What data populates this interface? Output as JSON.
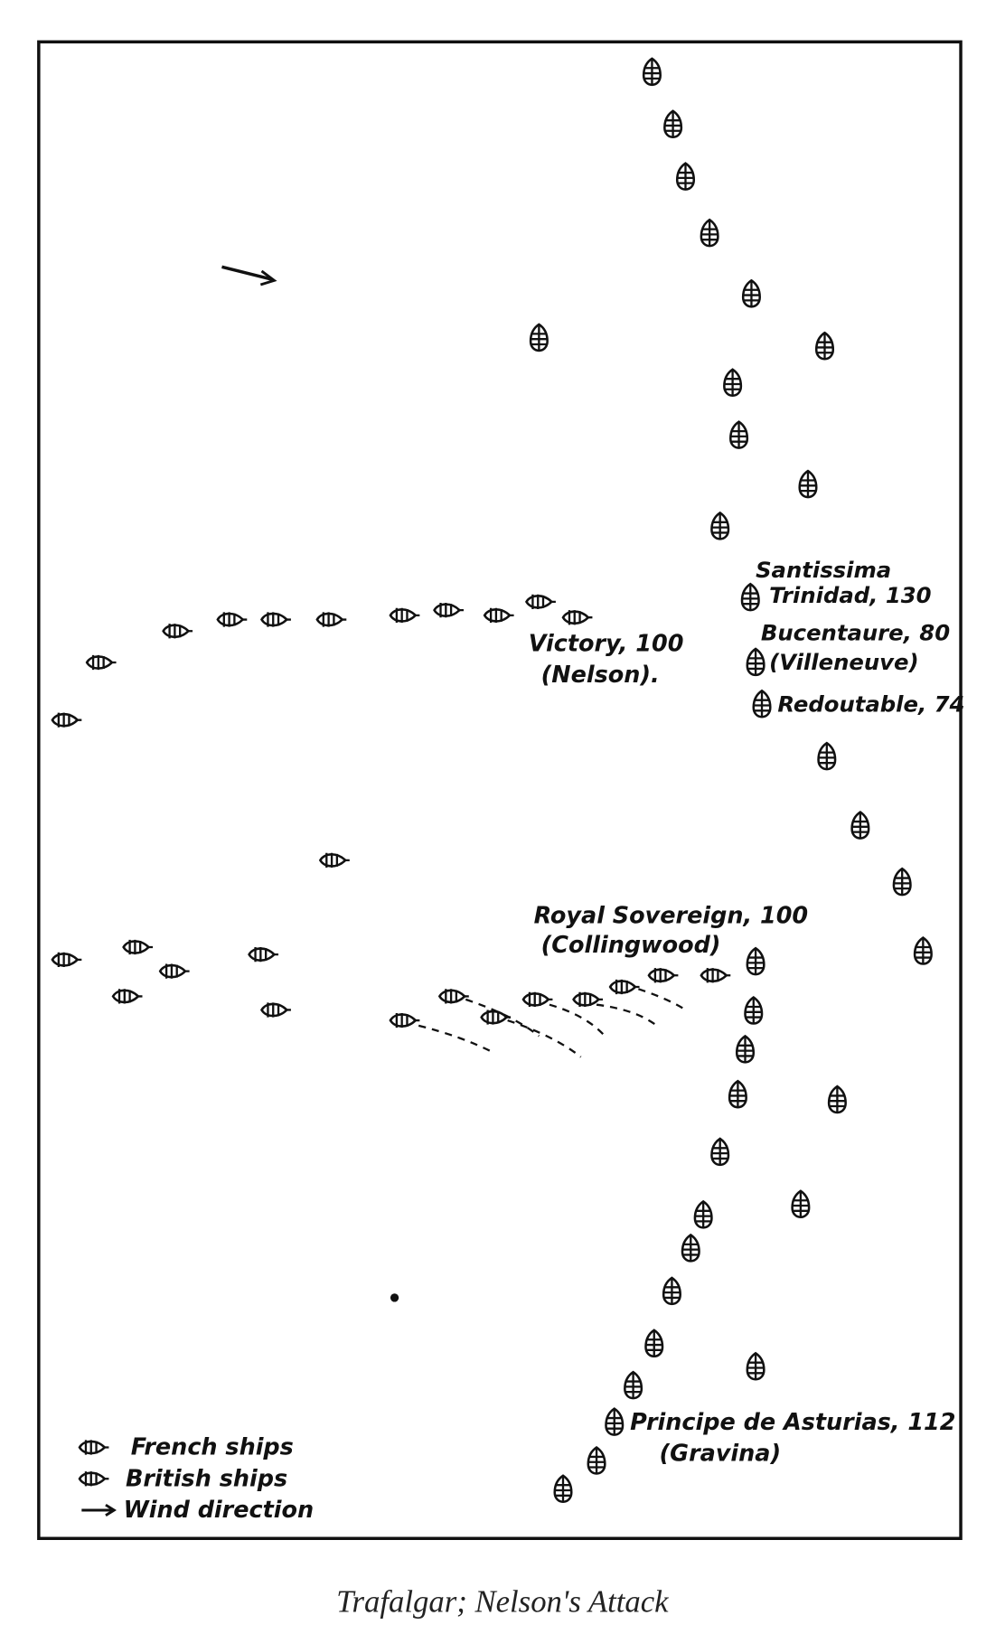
{
  "caption": "Trafalgar; Nelson's Attack",
  "labels": {
    "victory": "Victory, 100",
    "victory_admiral": "(Nelson).",
    "santissima_1": "Santissima",
    "santissima_2": "Trinidad, 130",
    "bucentaure_1": "Bucentaure, 80",
    "bucentaure_2": "(Villeneuve)",
    "redoutable": "Redoutable, 74",
    "royal_sovereign_1": "Royal Sovereign, 100",
    "royal_sovereign_2": "(Collingwood)",
    "principe_1": "Principe de Asturias, 112",
    "principe_2": "(Gravina)"
  },
  "legend": {
    "french": "French ships",
    "british": "British ships",
    "wind": "Wind direction"
  },
  "colors": {
    "ink": "#111111",
    "paper": "#ffffff"
  }
}
